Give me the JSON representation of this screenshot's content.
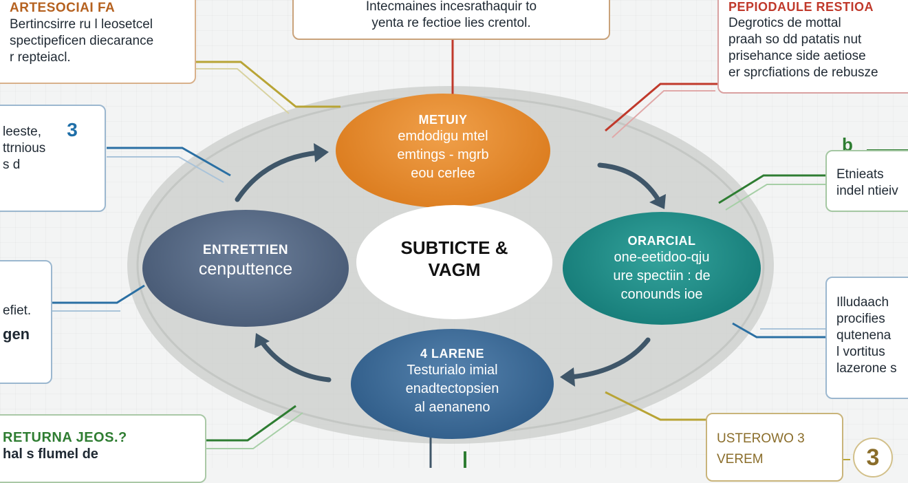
{
  "colors": {
    "orange_node": "#dd7f22",
    "slate_node": "#4b5d78",
    "teal_node": "#187f7b",
    "blue_node": "#33608c",
    "ring": "#c9ccc9",
    "arrow": "#3f5669",
    "connector_red": "#c0392b",
    "connector_green": "#2e7d32",
    "connector_blue": "#2a6fa3",
    "connector_olive": "#b8a435"
  },
  "center": {
    "line1": "SUBTICTE &",
    "line2": "VAGM"
  },
  "nodes": {
    "top": {
      "title": "METUIY",
      "lines": [
        "emdodigu mtel",
        "emtings - mgrb",
        "eou cerlee"
      ]
    },
    "left": {
      "title": "ENTRETTIEN",
      "lines": [
        "cenputtence"
      ]
    },
    "right": {
      "title": "ORARCIAL",
      "lines": [
        "one-eetidoo-qju",
        "ure spectiin : de",
        "conounds ioe"
      ]
    },
    "bottom": {
      "title": "4 LARENE",
      "lines": [
        "Testurialo imial",
        "enadtectopsien",
        "al aenaneno"
      ]
    }
  },
  "cards": {
    "top_left": {
      "heading": "ARTESOCIAI FA",
      "lines": [
        "Bertincsirre ru l leosetcel",
        "spectipeficen diecarance",
        "r repteiacl."
      ]
    },
    "top_center": {
      "lines": [
        "Intecmaines incesrathaquir to",
        "yenta re fectioe lies crentol."
      ]
    },
    "top_right": {
      "heading": "PEPIODAULE RESTIOA",
      "lines": [
        "Degrotics de mottal",
        "praah so dd patatis nut",
        "prisehance side aetiose",
        "er sprcfiations de rebusze"
      ]
    },
    "left_1": {
      "lines": [
        "leeste,",
        "ttrnious",
        "s d"
      ]
    },
    "left_2": {
      "lines": [
        "efiet."
      ],
      "big": "gen"
    },
    "right_1": {
      "lines": [
        "Etnieats",
        "indel ntieiv"
      ]
    },
    "right_2": {
      "lines": [
        "Illudaach",
        "procifies",
        "qutenena",
        "l vortitus",
        "lazerone s"
      ]
    },
    "bottom_left": {
      "heading": "RETURNA JEOS.?",
      "sub": "hal s flumel de"
    },
    "bottom_right": {
      "lines": [
        "USTEROWO 3",
        "VEREM"
      ]
    }
  },
  "badges": {
    "left_number": "3",
    "right_letter": "b",
    "bottom_right_number": "3"
  }
}
